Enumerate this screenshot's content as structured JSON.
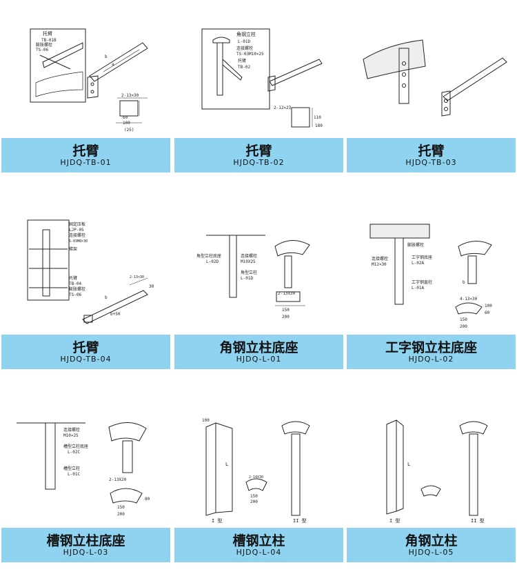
{
  "products": [
    {
      "title": "托臂",
      "code": "HJDQ-TB-01",
      "labels": [
        "托臂",
        "TB-01B",
        "膨胀螺栓",
        "TS-06",
        "b",
        "a",
        "2-13×30",
        "60",
        "100",
        "(25)"
      ]
    },
    {
      "title": "托臂",
      "code": "HJDQ-TB-02",
      "labels": [
        "角钢立柱",
        "L-01D",
        "连接螺栓",
        "TS-03M10×25",
        "托臂",
        "TB-02",
        "2-12×23",
        "110",
        "180"
      ]
    },
    {
      "title": "托臂",
      "code": "HJDQ-TB-03",
      "labels": []
    },
    {
      "title": "托臂",
      "code": "HJDQ-TB-04",
      "labels": [
        "固定压板",
        "LJP-05",
        "连接螺栓",
        "S-03M8×30",
        "梯架",
        "托臂",
        "TB-04",
        "膨胀螺栓",
        "TS-06",
        "b",
        "b+50",
        "2-13×30",
        "30"
      ]
    },
    {
      "title": "角钢立柱底座",
      "code": "HJDQ-L-01",
      "labels": [
        "角型立柱底座",
        "L-02D",
        "连接螺栓",
        "M10X25",
        "角型立柱",
        "L-01D",
        "2-13X30",
        "150",
        "200"
      ]
    },
    {
      "title": "工字钢立柱底座",
      "code": "HJDQ-L-02",
      "labels": [
        "膨胀螺栓",
        "连接螺栓",
        "M12×30",
        "工字钢底座",
        "L-02A",
        "工字钢直柱",
        "L-01A",
        "4-13×30",
        "b",
        "150",
        "200",
        "100",
        "60"
      ]
    },
    {
      "title": "槽钢立柱底座",
      "code": "HJDQ-L-03",
      "labels": [
        "连接螺栓",
        "M10×25",
        "槽型立柱底座",
        "L-02C",
        "槽型立柱",
        "L-01C",
        "2-13X20",
        "150",
        "200",
        "80"
      ]
    },
    {
      "title": "槽钢立柱",
      "code": "HJDQ-L-04",
      "labels": [
        "100",
        "L",
        "I 型",
        "II 型",
        "2-14X30",
        "150",
        "200"
      ]
    },
    {
      "title": "角钢立柱",
      "code": "HJDQ-L-05",
      "labels": [
        "L",
        "I 型",
        "II 型"
      ]
    }
  ]
}
